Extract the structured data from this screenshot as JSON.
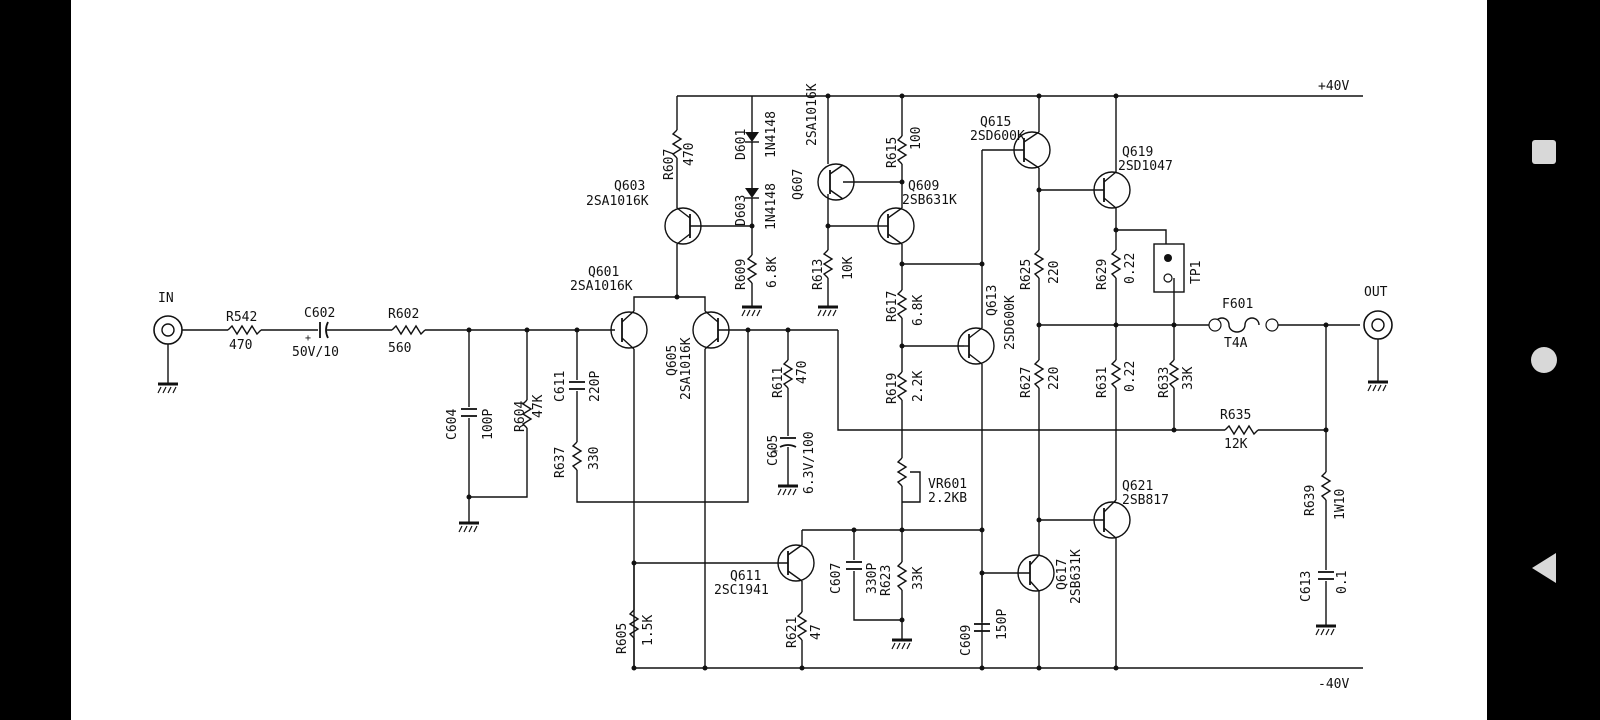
{
  "supply": {
    "pos": "+40V",
    "neg": "-40V"
  },
  "ports": {
    "in": "IN",
    "out": "OUT"
  },
  "parts": {
    "R542": {
      "ref": "R542",
      "val": "470"
    },
    "C602": {
      "ref": "C602",
      "val": "50V/10"
    },
    "R602": {
      "ref": "R602",
      "val": "560"
    },
    "C604": {
      "ref": "C604",
      "val": "100P"
    },
    "R604": {
      "ref": "R604",
      "val": "47K"
    },
    "C611": {
      "ref": "C611",
      "val": "220P"
    },
    "R637": {
      "ref": "R637",
      "val": "330"
    },
    "Q601": {
      "ref": "Q601",
      "val": "2SA1016K"
    },
    "Q603": {
      "ref": "Q603",
      "val": "2SA1016K"
    },
    "Q605": {
      "ref": "Q605",
      "val": "2SA1016K"
    },
    "R607": {
      "ref": "R607",
      "val": "470"
    },
    "D601": {
      "ref": "D601",
      "val": "1N4148"
    },
    "D603": {
      "ref": "D603",
      "val": "1N4148"
    },
    "R609": {
      "ref": "R609",
      "val": "6.8K"
    },
    "Q607": {
      "ref": "Q607",
      "val": "2SA1016K"
    },
    "R613": {
      "ref": "R613",
      "val": "10K"
    },
    "R615": {
      "ref": "R615",
      "val": "100"
    },
    "Q609": {
      "ref": "Q609",
      "val": "2SB631K"
    },
    "R617": {
      "ref": "R617",
      "val": "6.8K"
    },
    "R619": {
      "ref": "R619",
      "val": "2.2K"
    },
    "VR601": {
      "ref": "VR601",
      "val": "2.2KB"
    },
    "Q613": {
      "ref": "Q613",
      "val": "2SD600K"
    },
    "R611": {
      "ref": "R611",
      "val": "470"
    },
    "C605": {
      "ref": "C605",
      "val": "6.3V/100"
    },
    "Q611": {
      "ref": "Q611",
      "val": "2SC1941"
    },
    "R621": {
      "ref": "R621",
      "val": "47"
    },
    "C607": {
      "ref": "C607",
      "val": "330P"
    },
    "R623": {
      "ref": "R623",
      "val": "33K"
    },
    "R605": {
      "ref": "R605",
      "val": "1.5K"
    },
    "C609": {
      "ref": "C609",
      "val": "150P"
    },
    "Q615": {
      "ref": "Q615",
      "val": "2SD600K"
    },
    "Q617": {
      "ref": "Q617",
      "val": "2SB631K"
    },
    "R625": {
      "ref": "R625",
      "val": "220"
    },
    "R627": {
      "ref": "R627",
      "val": "220"
    },
    "Q619": {
      "ref": "Q619",
      "val": "2SD1047"
    },
    "Q621": {
      "ref": "Q621",
      "val": "2SB817"
    },
    "R629": {
      "ref": "R629",
      "val": "0.22"
    },
    "R631": {
      "ref": "R631",
      "val": "0.22"
    },
    "R633": {
      "ref": "R633",
      "val": "33K"
    },
    "TP1": {
      "ref": "TP1"
    },
    "F601": {
      "ref": "F601",
      "val": "T4A"
    },
    "R635": {
      "ref": "R635",
      "val": "12K"
    },
    "R639": {
      "ref": "R639",
      "val": "1W10"
    },
    "C613": {
      "ref": "C613",
      "val": "0.1"
    }
  },
  "navbar": {
    "recents_icon": "square-icon",
    "home_icon": "circle-icon",
    "back_icon": "triangle-back-icon"
  }
}
